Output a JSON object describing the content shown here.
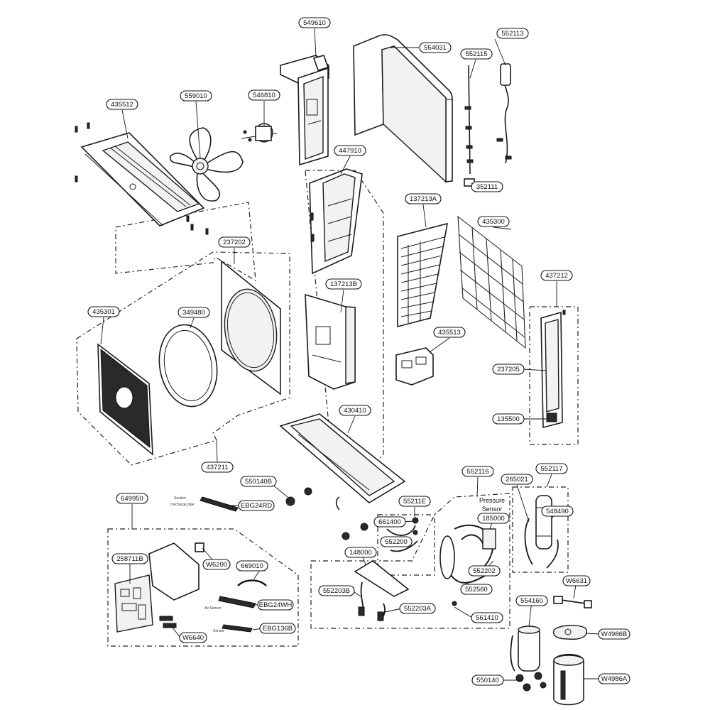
{
  "diagram": {
    "type": "exploded-parts-diagram",
    "part_numbers": [
      "549610",
      "554031",
      "552113",
      "552115",
      "435512",
      "559010",
      "546810",
      "447910",
      "352111",
      "137213A",
      "435300",
      "237202",
      "137213B",
      "437212",
      "435301",
      "349480",
      "435513",
      "237205",
      "430410",
      "135500",
      "437211",
      "550140B",
      "EBG24RD",
      "649950",
      "552116",
      "552117",
      "265021",
      "55211E",
      "548490",
      "661400",
      "185000",
      "552200",
      "W6200",
      "148000",
      "669010",
      "258711B",
      "552202",
      "552203B",
      "552560",
      "W6631",
      "552203A",
      "EBG24WH",
      "561410",
      "554160",
      "EBG136B",
      "W6640",
      "W4986B",
      "550140",
      "W4986A"
    ],
    "annotations": {
      "pressure_sensor": [
        "Pressure",
        "Sensor"
      ]
    }
  }
}
